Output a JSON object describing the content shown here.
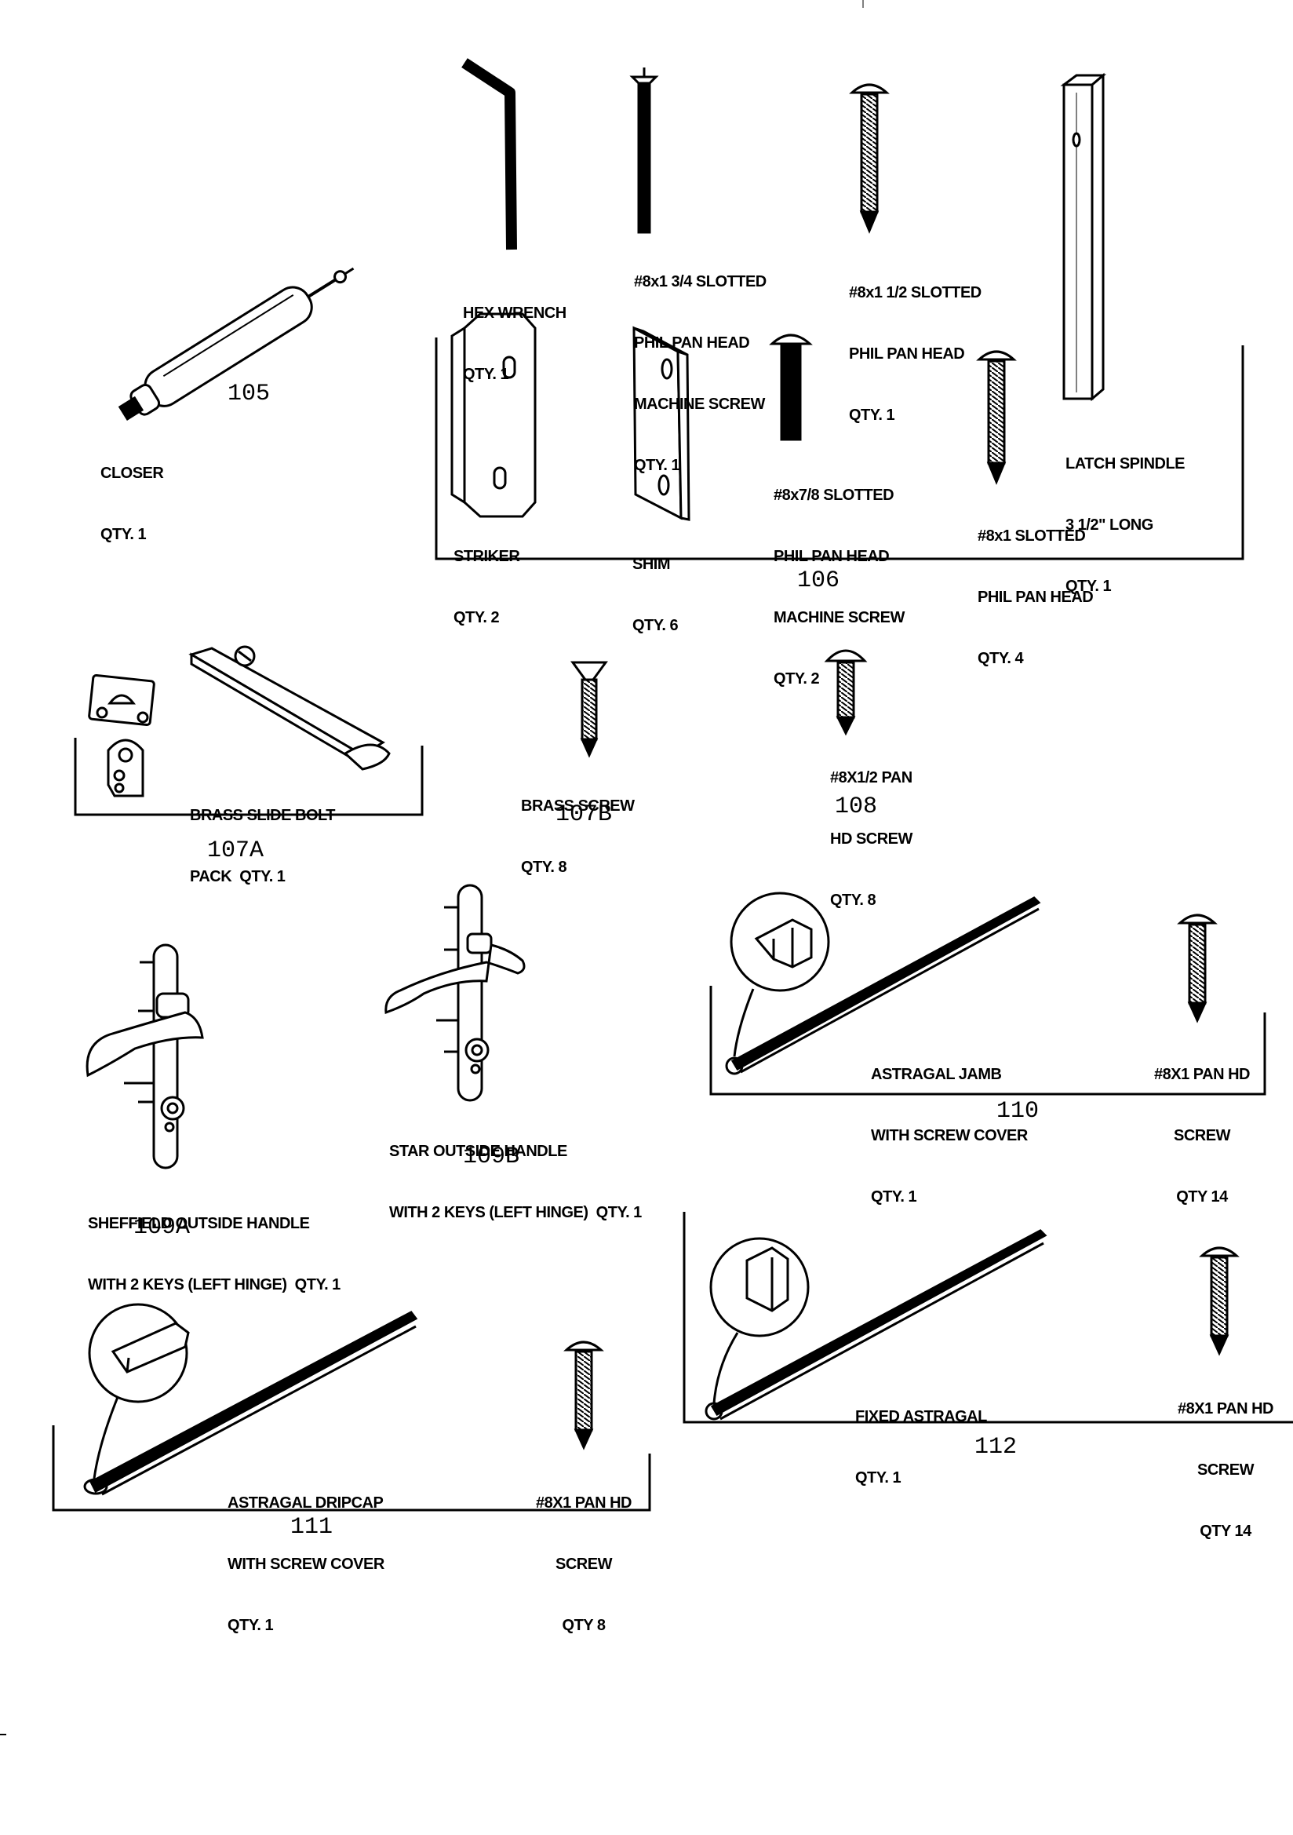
{
  "parts": {
    "p105": {
      "number": "105",
      "lines": [
        "CLOSER",
        "QTY. 1"
      ]
    },
    "p106": {
      "number": "106",
      "hex_wrench": [
        "HEX WRENCH",
        "QTY. 1"
      ],
      "machine_screw_134": [
        "#8x1 3/4 SLOTTED",
        "PHIL PAN HEAD",
        "MACHINE SCREW",
        "QTY. 1"
      ],
      "screw_112": [
        "#8x1 1/2 SLOTTED",
        "PHIL PAN HEAD",
        "QTY. 1"
      ],
      "latch_spindle": [
        "LATCH SPINDLE",
        "3 1/2\" LONG",
        "QTY. 1"
      ],
      "striker": [
        "STRIKER",
        "QTY. 2"
      ],
      "shim": [
        "SHIM",
        "QTY. 6"
      ],
      "machine_screw_78": [
        "#8x7/8 SLOTTED",
        "PHIL PAN HEAD",
        "MACHINE SCREW",
        "QTY. 2"
      ],
      "screw_1": [
        "#8x1 SLOTTED",
        "PHIL PAN HEAD",
        "QTY. 4"
      ]
    },
    "p107a": {
      "number": "107A",
      "lines": [
        "BRASS SLIDE BOLT",
        "PACK  QTY. 1"
      ]
    },
    "p107b": {
      "number": "107B",
      "lines": [
        "BRASS SCREW",
        "QTY. 8"
      ]
    },
    "p108": {
      "number": "108",
      "lines": [
        "#8X1/2 PAN",
        "HD SCREW",
        "QTY. 8"
      ]
    },
    "p109a": {
      "number": "109A",
      "lines": [
        "SHEFFIELD OUTSIDE HANDLE",
        "WITH 2 KEYS (LEFT HINGE)  QTY. 1"
      ]
    },
    "p109b": {
      "number": "109B",
      "lines": [
        "STAR OUTSIDE HANDLE",
        "WITH 2 KEYS (LEFT HINGE)  QTY. 1"
      ]
    },
    "p110": {
      "number": "110",
      "lines": [
        "ASTRAGAL JAMB",
        "WITH SCREW COVER",
        "QTY. 1"
      ],
      "screw": [
        "#8X1 PAN HD",
        "SCREW",
        "QTY 14"
      ]
    },
    "p111": {
      "number": "111",
      "lines": [
        "ASTRAGAL DRIPCAP",
        "WITH SCREW COVER",
        "QTY. 1"
      ],
      "screw": [
        "#8X1 PAN HD",
        "SCREW",
        "QTY 8"
      ]
    },
    "p112": {
      "number": "112",
      "lines": [
        "FIXED ASTRAGAL",
        "QTY. 1"
      ],
      "screw": [
        "#8X1 PAN HD",
        "SCREW",
        "QTY 14"
      ]
    }
  },
  "colors": {
    "ink": "#000000",
    "paper": "#ffffff"
  }
}
